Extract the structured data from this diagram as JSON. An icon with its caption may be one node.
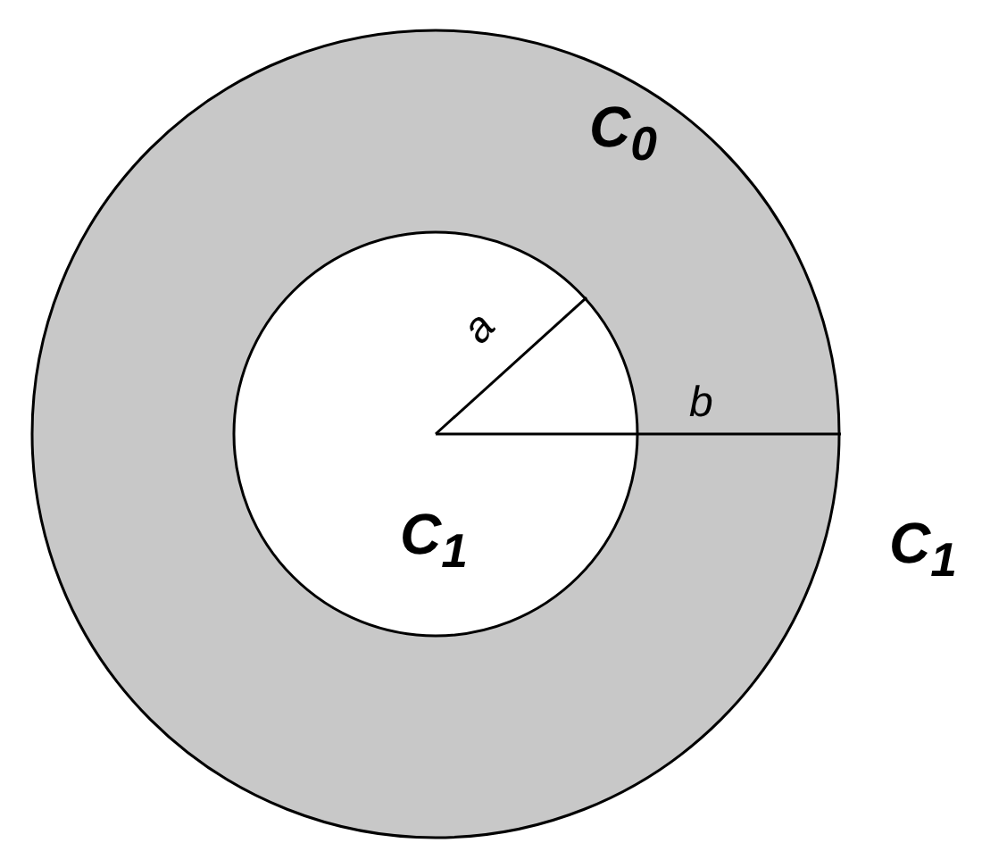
{
  "diagram": {
    "nodes": [
      {
        "text": [
          "C$_{0}$"
        ]
      },
      {
        "text": [
          "C$_{1}$"
        ],
        "in": 0
      }
    ],
    "labels": [
      "a",
      "b",
      "C$_{1}$"
    ]
  }
}
